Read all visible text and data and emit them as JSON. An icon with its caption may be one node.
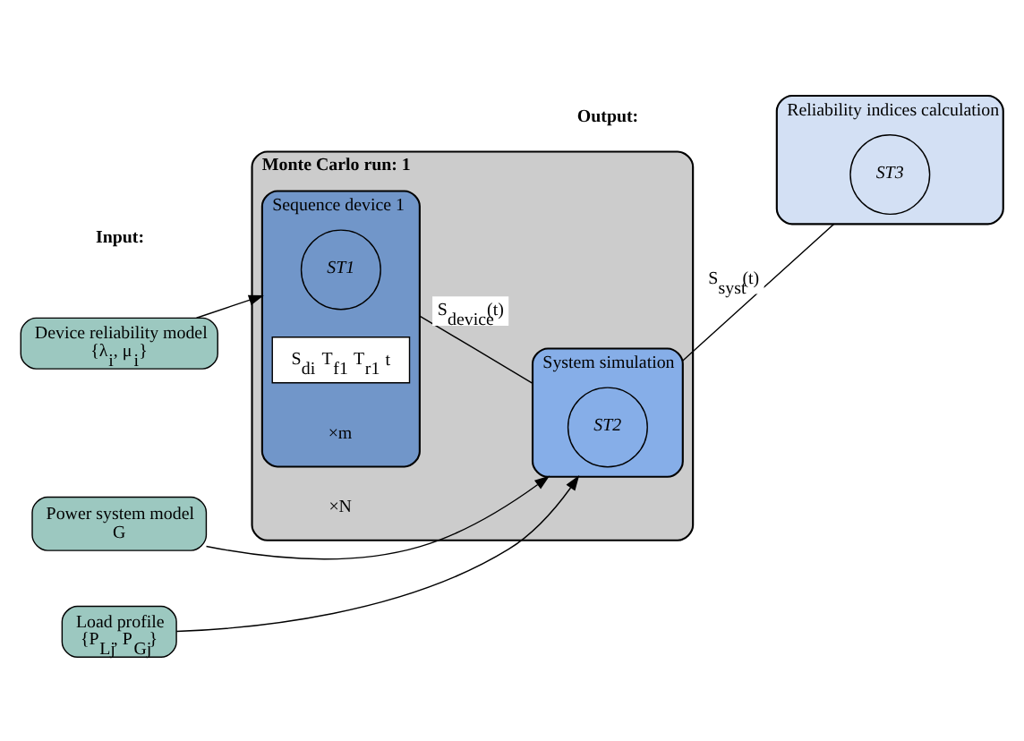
{
  "diagram": {
    "nodes": [
      {
        "text": [
          "Monte Carlo run: 1"
        ],
        "beside": [
          "×N"
        ]
      },
      {
        "text": [
          "Sequence device 1"
        ],
        "in": 0,
        "beside": [
          "×m"
        ]
      },
      {
        "text": [
          "ST1"
        ],
        "in": 1
      },
      {
        "text": [
          "S$_{di}$",
          "T$_{f1}$",
          "T$_{r1}$",
          "t"
        ],
        "in": 1
      },
      {
        "text": [
          "System simulation"
        ],
        "in": 0
      },
      {
        "text": [
          "ST2"
        ],
        "in": 4
      },
      {
        "text": [
          "Device reliability model",
          "{λ$_{i}$, μ$_{i}$}"
        ]
      },
      {
        "text": [
          "Power system model",
          "G"
        ]
      },
      {
        "text": [
          "Load profile",
          "{P$_{Lj}$, P$_{Gj}$}"
        ]
      },
      {
        "text": [
          "Reliability indices calculation"
        ]
      },
      {
        "text": [
          "ST3"
        ],
        "in": 9
      }
    ],
    "edges": [
      {
        "from": 6,
        "to": 1,
        "arrow": "to"
      },
      {
        "from": 1,
        "to": 4,
        "arrow": "none",
        "label": "S⃗$_{device}$(t)"
      },
      {
        "from": 7,
        "to": 4,
        "arrow": "to"
      },
      {
        "from": 8,
        "to": 4,
        "arrow": "to"
      },
      {
        "from": 4,
        "to": 9,
        "arrow": "none",
        "label": "S$_{syst}$(t)"
      }
    ],
    "labels": [
      "Input:",
      "Output:"
    ]
  }
}
